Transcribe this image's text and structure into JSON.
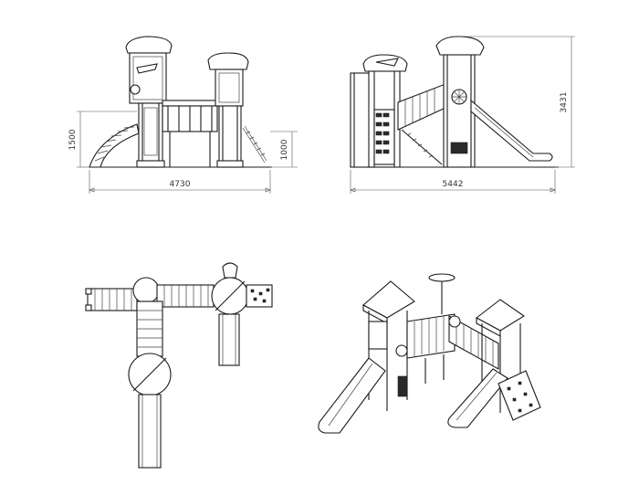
{
  "views": {
    "front": {
      "width_dim": "4730",
      "height_left_dim": "1500",
      "height_right_dim": "1000"
    },
    "side": {
      "width_dim": "5442",
      "height_dim": "3431"
    },
    "top": {},
    "iso": {}
  }
}
